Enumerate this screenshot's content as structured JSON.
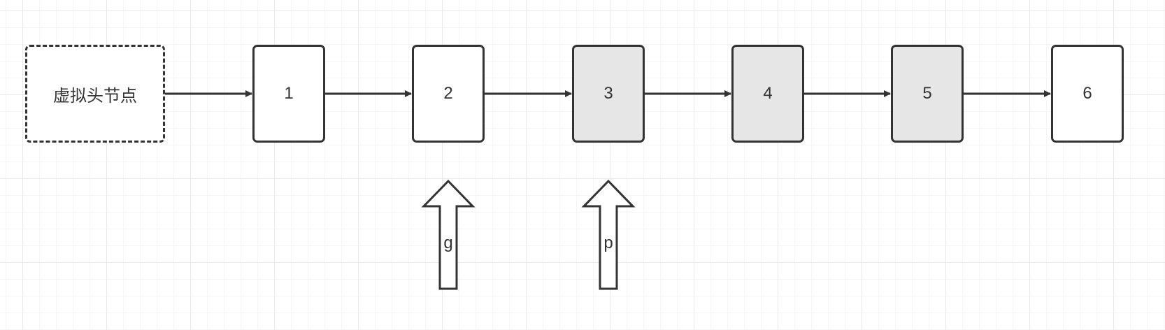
{
  "diagram": {
    "dummy_head": {
      "label": "虚拟头节点"
    },
    "nodes": [
      {
        "id": "n1",
        "label": "1",
        "highlighted": false
      },
      {
        "id": "n2",
        "label": "2",
        "highlighted": false
      },
      {
        "id": "n3",
        "label": "3",
        "highlighted": true
      },
      {
        "id": "n4",
        "label": "4",
        "highlighted": true
      },
      {
        "id": "n5",
        "label": "5",
        "highlighted": true
      },
      {
        "id": "n6",
        "label": "6",
        "highlighted": false
      }
    ],
    "edges": [
      {
        "from": "dummy",
        "to": "n1"
      },
      {
        "from": "n1",
        "to": "n2"
      },
      {
        "from": "n2",
        "to": "n3"
      },
      {
        "from": "n3",
        "to": "n4"
      },
      {
        "from": "n4",
        "to": "n5"
      },
      {
        "from": "n5",
        "to": "n6"
      }
    ],
    "pointers": [
      {
        "label": "g",
        "target": "n2"
      },
      {
        "label": "p",
        "target": "n3"
      }
    ]
  },
  "colors": {
    "stroke": "#333333",
    "node_fill": "#ffffff",
    "highlight_fill": "#e6e6e6",
    "grid": "#e9e9e9"
  }
}
